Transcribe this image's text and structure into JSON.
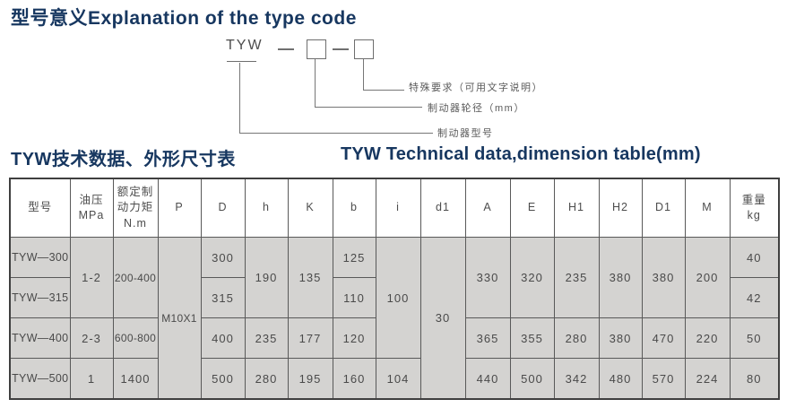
{
  "page": {
    "title": "型号意义Explanation of the type code",
    "table_title_cn": "TYW技术数据、外形尺寸表",
    "table_title_en": "TYW Technical data,dimension table(mm)"
  },
  "type_code_diagram": {
    "prefix": "TYW",
    "labels": {
      "special_req": "特殊要求（可用文字说明）",
      "wheel_diameter": "制动器轮径（mm）",
      "brake_model": "制动器型号"
    }
  },
  "colors": {
    "title_navy": "#173760",
    "cell_gray": "#d4d3d1",
    "table_border": "#595959",
    "diagram_gray": "#6e6e6e"
  },
  "table": {
    "headers": {
      "model": "型号",
      "oil_pressure": "油压\nMPa",
      "torque": "额定制\n动力矩\nN.m",
      "P": "P",
      "D": "D",
      "h": "h",
      "K": "K",
      "b": "b",
      "i": "i",
      "d1": "d1",
      "A": "A",
      "E": "E",
      "H1": "H1",
      "H2": "H2",
      "D1": "D1",
      "M": "M",
      "weight": "重量\nkg"
    },
    "rows": {
      "r1": {
        "model": "TYW—300",
        "oil_pressure": "1-2",
        "torque": "200-400",
        "P": "M10X1",
        "D": "300",
        "h": "190",
        "K": "135",
        "b": "125",
        "i": "100",
        "d1": "30",
        "A": "330",
        "E": "320",
        "H1": "235",
        "H2": "380",
        "D1": "380",
        "M": "200",
        "weight": "40"
      },
      "r2": {
        "model": "TYW—315",
        "D": "315",
        "b": "110",
        "weight": "42"
      },
      "r3": {
        "model": "TYW—400",
        "oil_pressure": "2-3",
        "torque": "600-800",
        "D": "400",
        "h": "235",
        "K": "177",
        "b": "120",
        "A": "365",
        "E": "355",
        "H1": "280",
        "H2": "380",
        "D1": "470",
        "M": "220",
        "weight": "50"
      },
      "r4": {
        "model": "TYW—500",
        "oil_pressure": "1",
        "torque": "1400",
        "D": "500",
        "h": "280",
        "K": "195",
        "b": "160",
        "i": "104",
        "A": "440",
        "E": "500",
        "H1": "342",
        "H2": "480",
        "D1": "570",
        "M": "224",
        "weight": "80"
      }
    }
  }
}
